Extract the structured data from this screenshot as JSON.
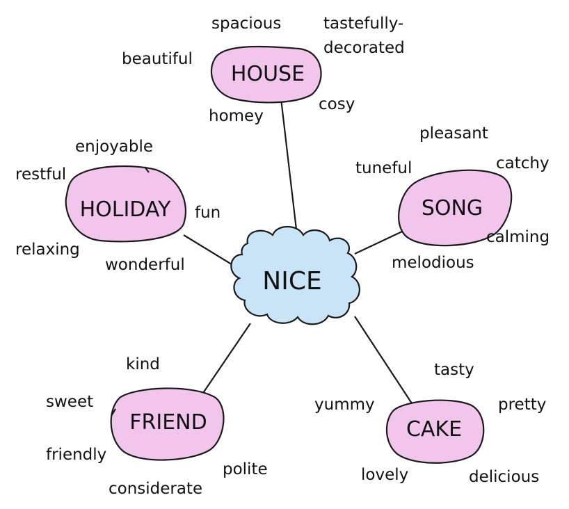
{
  "colors": {
    "center_fill": "#c9e3f7",
    "topic_fill": "#f2c6ec",
    "outline": "#1a1a1a",
    "text": "#111111"
  },
  "center": {
    "label": "NICE"
  },
  "topics": {
    "house": {
      "label": "HOUSE",
      "words": [
        "spacious",
        "tastefully-",
        "decorated",
        "beautiful",
        "cosy",
        "homey"
      ]
    },
    "song": {
      "label": "SONG",
      "words": [
        "pleasant",
        "tuneful",
        "catchy",
        "calming",
        "melodious"
      ]
    },
    "holiday": {
      "label": "HOLIDAY",
      "words": [
        "enjoyable",
        "restful",
        "fun",
        "relaxing",
        "wonderful"
      ]
    },
    "friend": {
      "label": "FRIEND",
      "words": [
        "kind",
        "sweet",
        "friendly",
        "polite",
        "considerate"
      ]
    },
    "cake": {
      "label": "CAKE",
      "words": [
        "tasty",
        "yummy",
        "pretty",
        "lovely",
        "delicious"
      ]
    }
  }
}
